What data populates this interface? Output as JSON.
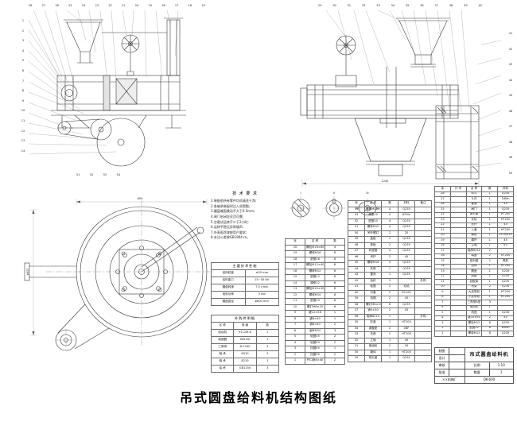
{
  "caption": "吊式圆盘给料机结构图纸",
  "views": {
    "tl": {
      "top_nums": [
        "28",
        "27",
        "26",
        "25",
        "24",
        "23",
        "22",
        "21",
        "20",
        "19",
        "18",
        "17",
        "16",
        "15"
      ],
      "left_nums": [
        "1",
        "2",
        "3",
        "4",
        "5",
        "6",
        "7",
        "8",
        "9",
        "10",
        "11",
        "12",
        "13",
        "14"
      ],
      "bottom_nums": [
        "51",
        "52",
        "53",
        "54"
      ]
    },
    "tr": {
      "top_nums": [
        "29",
        "30",
        "31",
        "32",
        "33",
        "34",
        "35",
        "36",
        "37",
        "38",
        "39",
        "40"
      ],
      "right_nums": [
        "41",
        "42",
        "43",
        "44",
        "45",
        "46",
        "47",
        "48",
        "49",
        "50"
      ],
      "dim": "1240"
    },
    "plan": {
      "dim_top": "650",
      "dim_left": "φ600"
    }
  },
  "details": {
    "labels": [
      "I",
      "II",
      "III"
    ]
  },
  "notes": {
    "title": "技 术 要 求",
    "lines": [
      "1.装配前所有零件均须清洗干净;",
      "2.各轴承装配时注入润滑脂;",
      "3.圆盘端面跳动不大于0.5mm;",
      "4.闸门启闭应灵活可靠;",
      "5.空载试运转不少于2小时;",
      "6.运转平稳无异常噪声;",
      "7.外表面涂漆按用户要求;",
      "8.未注公差按GB1804-m。"
    ]
  },
  "spec_table": {
    "title": "主要技术性能",
    "rows": [
      [
        "给料粒度",
        "≤50 mm"
      ],
      [
        "给料能力",
        "15~30 t/h"
      ],
      [
        "圆盘转速",
        "7.5 r/min"
      ],
      [
        "电机功率",
        "3 kW"
      ],
      [
        "圆盘直径",
        "φ600 mm"
      ]
    ]
  },
  "purchase_table": {
    "title": "外购件明细",
    "headers": [
      "名 称",
      "规 格",
      "数"
    ],
    "rows": [
      [
        "电动机",
        "Y112M-6",
        "1"
      ],
      [
        "减速器",
        "WD-80",
        "1"
      ],
      [
        "三角带",
        "B-2240",
        "3"
      ],
      [
        "轴 承",
        "6310",
        "2"
      ],
      [
        "轴 承",
        "8210",
        "1"
      ],
      [
        "油 杯",
        "GB1154",
        "3"
      ]
    ]
  },
  "mid_table": {
    "headers": [
      "序",
      "名 称",
      "数"
    ],
    "rows": [
      [
        "20",
        "螺栓M16×60",
        "4"
      ],
      [
        "19",
        "螺母M16",
        "8"
      ],
      [
        "18",
        "垫圈16",
        "8"
      ],
      [
        "17",
        "螺栓M12×40",
        "6"
      ],
      [
        "16",
        "螺母M12",
        "6"
      ],
      [
        "15",
        "垫圈12",
        "6"
      ],
      [
        "14",
        "弹垫12",
        "6"
      ],
      [
        "13",
        "螺栓M10×30",
        "8"
      ],
      [
        "12",
        "螺母M10",
        "8"
      ],
      [
        "11",
        "垫圈10",
        "8"
      ],
      [
        "10",
        "螺钉M8×20",
        "6"
      ],
      [
        "9",
        "键12×56",
        "1"
      ],
      [
        "8",
        "键8×40",
        "1"
      ],
      [
        "7",
        "销6×40",
        "2"
      ],
      [
        "6",
        "油杯M10",
        "3"
      ],
      [
        "5",
        "毡圈35",
        "2"
      ],
      [
        "4",
        "毡圈50",
        "2"
      ],
      [
        "3",
        "挡圈45",
        "1"
      ],
      [
        "2",
        "挡圈35",
        "2"
      ],
      [
        "1",
        "开口销4×40",
        "2"
      ]
    ]
  },
  "parts_left": {
    "headers": [
      "序",
      "名 称",
      "数",
      "材料",
      "备注"
    ],
    "rows": [
      [
        "54",
        "螺栓M10×35",
        "4",
        "Q235",
        ""
      ],
      [
        "53",
        "弹垫10",
        "4",
        "65Mn",
        ""
      ],
      [
        "52",
        "垫圈10",
        "4",
        "Q235",
        ""
      ],
      [
        "51",
        "螺母M10",
        "4",
        "Q235",
        ""
      ],
      [
        "50",
        "吊环螺钉",
        "2",
        "20",
        ""
      ],
      [
        "49",
        "盖板",
        "1",
        "Q235",
        ""
      ],
      [
        "48",
        "垫板",
        "2",
        "Q235",
        ""
      ],
      [
        "47",
        "斜垫圈",
        "4",
        "Q235",
        ""
      ],
      [
        "46",
        "吊杆",
        "2",
        "45",
        ""
      ],
      [
        "45",
        "螺母M16",
        "4",
        "Q235",
        ""
      ],
      [
        "44",
        "托架",
        "1",
        "Q235",
        ""
      ],
      [
        "43",
        "罩壳",
        "1",
        "Q235",
        ""
      ],
      [
        "42",
        "油杯",
        "3",
        "",
        "外购"
      ],
      [
        "41",
        "毡圈",
        "2",
        "毛毡",
        ""
      ],
      [
        "40",
        "衬套",
        "2",
        "ZCuSn",
        ""
      ],
      [
        "39",
        "挡圈",
        "2",
        "45",
        ""
      ],
      [
        "38",
        "螺钉M8×20",
        "6",
        "Q235",
        ""
      ],
      [
        "37",
        "销5×30",
        "2",
        "45",
        ""
      ],
      [
        "36",
        "轴承8210",
        "1",
        "",
        "外购"
      ],
      [
        "35",
        "压盖",
        "1",
        "HT200",
        ""
      ],
      [
        "34",
        "调整垫",
        "2",
        "08F",
        ""
      ],
      [
        "33",
        "支座",
        "1",
        "HT200",
        ""
      ],
      [
        "32",
        "立轴",
        "1",
        "45",
        ""
      ],
      [
        "31",
        "锥齿轮",
        "2",
        "45",
        ""
      ],
      [
        "30",
        "箱体",
        "1",
        "HT200",
        ""
      ],
      [
        "29",
        "视孔盖",
        "1",
        "Q235",
        ""
      ]
    ]
  },
  "parts_right": {
    "headers": [
      "序",
      "代 号",
      "名 称",
      "数",
      "材料"
    ],
    "rows": [
      [
        "28",
        "",
        "料斗",
        "1",
        "Q235"
      ],
      [
        "27",
        "",
        "斗衬",
        "1",
        "16Mn"
      ],
      [
        "26",
        "",
        "套筒",
        "1",
        "45"
      ],
      [
        "25",
        "",
        "闸门",
        "1",
        "Q235"
      ],
      [
        "24",
        "",
        "调节套",
        "1",
        "HT200"
      ],
      [
        "23",
        "",
        "手轮",
        "1",
        "HT200"
      ],
      [
        "22",
        "",
        "丝杆",
        "1",
        "45"
      ],
      [
        "21",
        "",
        "上盖",
        "1",
        "HT200"
      ],
      [
        "20",
        "",
        "蜗轮",
        "1",
        "ZCuSn10"
      ],
      [
        "19",
        "",
        "蜗杆",
        "1",
        "45"
      ],
      [
        "18",
        "",
        "主轴",
        "1",
        "45"
      ],
      [
        "17",
        "",
        "轴承6310",
        "2",
        ""
      ],
      [
        "16",
        "",
        "端盖",
        "2",
        "HT200"
      ],
      [
        "15",
        "",
        "密封圈",
        "2",
        "橡胶"
      ],
      [
        "14",
        "",
        "机体",
        "1",
        "HT200"
      ],
      [
        "13",
        "",
        "圆盘",
        "1",
        "Q235"
      ],
      [
        "12",
        "",
        "刮板",
        "1",
        "Q235"
      ],
      [
        "11",
        "",
        "刮板架",
        "1",
        "Q235"
      ],
      [
        "10",
        "",
        "吊架",
        "2",
        "Q235"
      ],
      [
        "9",
        "",
        "大皮带轮",
        "1",
        "HT200"
      ],
      [
        "8",
        "",
        "小皮带轮",
        "1",
        "HT200"
      ],
      [
        "7",
        "",
        "三角带B型",
        "3",
        ""
      ],
      [
        "6",
        "",
        "电动机",
        "1",
        ""
      ],
      [
        "5",
        "",
        "机座",
        "1",
        "Q235"
      ],
      [
        "4",
        "",
        "键10×50",
        "2",
        "45"
      ],
      [
        "3",
        "",
        "螺栓M12",
        "8",
        "Q235"
      ],
      [
        "2",
        "",
        "垫圈12",
        "8",
        "65Mn"
      ],
      [
        "1",
        "",
        "螺母M12",
        "8",
        "Q235"
      ]
    ]
  },
  "title_block": {
    "company": "××机械厂",
    "title": "吊式圆盘给料机",
    "drawing_no": "DK-600",
    "scale_label": "比例",
    "scale": "1:10",
    "qty_label": "数量",
    "qty": "1",
    "roles": [
      "制图",
      "设计",
      "审核",
      "批准"
    ]
  }
}
